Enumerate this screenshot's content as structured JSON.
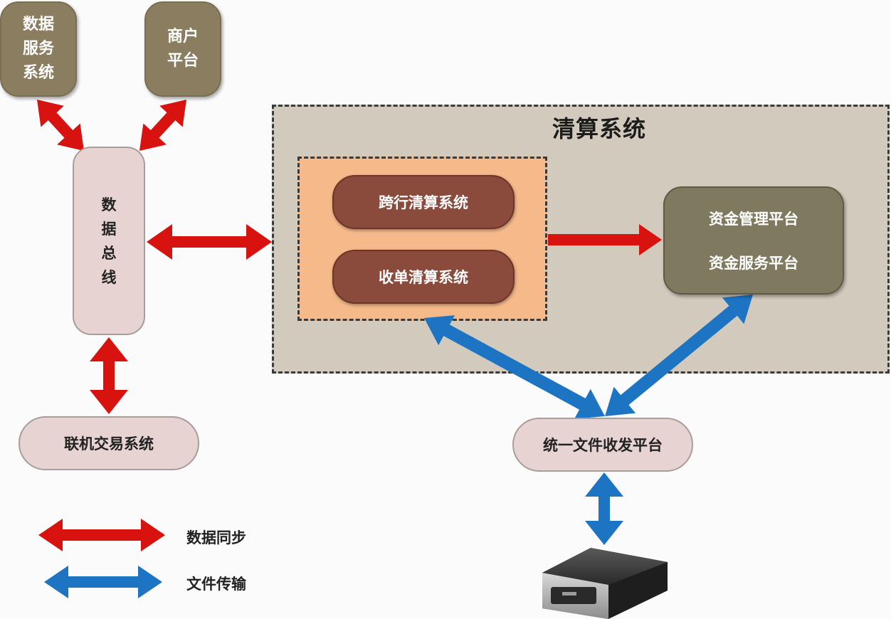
{
  "nodes": {
    "data_service": "数据\n服务\n系统",
    "merchant": "商户\n平台",
    "data_bus": "数\n据\n总\n线",
    "online_trading": "联机交易系统",
    "clearing_title": "清算系统",
    "cross_bank": "跨行清算系统",
    "acquiring": "收单清算系统",
    "fund_mgmt": "资金管理平台",
    "fund_service": "资金服务平台",
    "file_platform": "统一文件收发平台"
  },
  "legend": {
    "data_sync": "数据同步",
    "file_transfer": "文件传输"
  },
  "colors": {
    "sync_arrow": "#d7120f",
    "transfer_arrow": "#1d74c3",
    "node_olive": "#8a7d60",
    "node_pink": "#e7d4d2",
    "clearing_bg": "#d2cbbd",
    "inner_bg": "#f5b98a",
    "pill": "#8a4a3c"
  },
  "icons": {
    "server": "server-icon"
  }
}
